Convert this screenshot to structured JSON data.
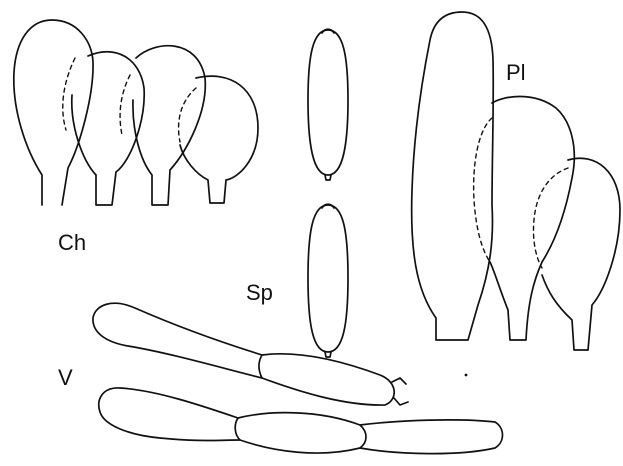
{
  "labels": {
    "cheilocystidia": "Ch",
    "spores": "Sp",
    "pleurocystidia": "Pl",
    "veil_cells": "V"
  },
  "colors": {
    "ink": "#111111",
    "background": "#ffffff"
  }
}
